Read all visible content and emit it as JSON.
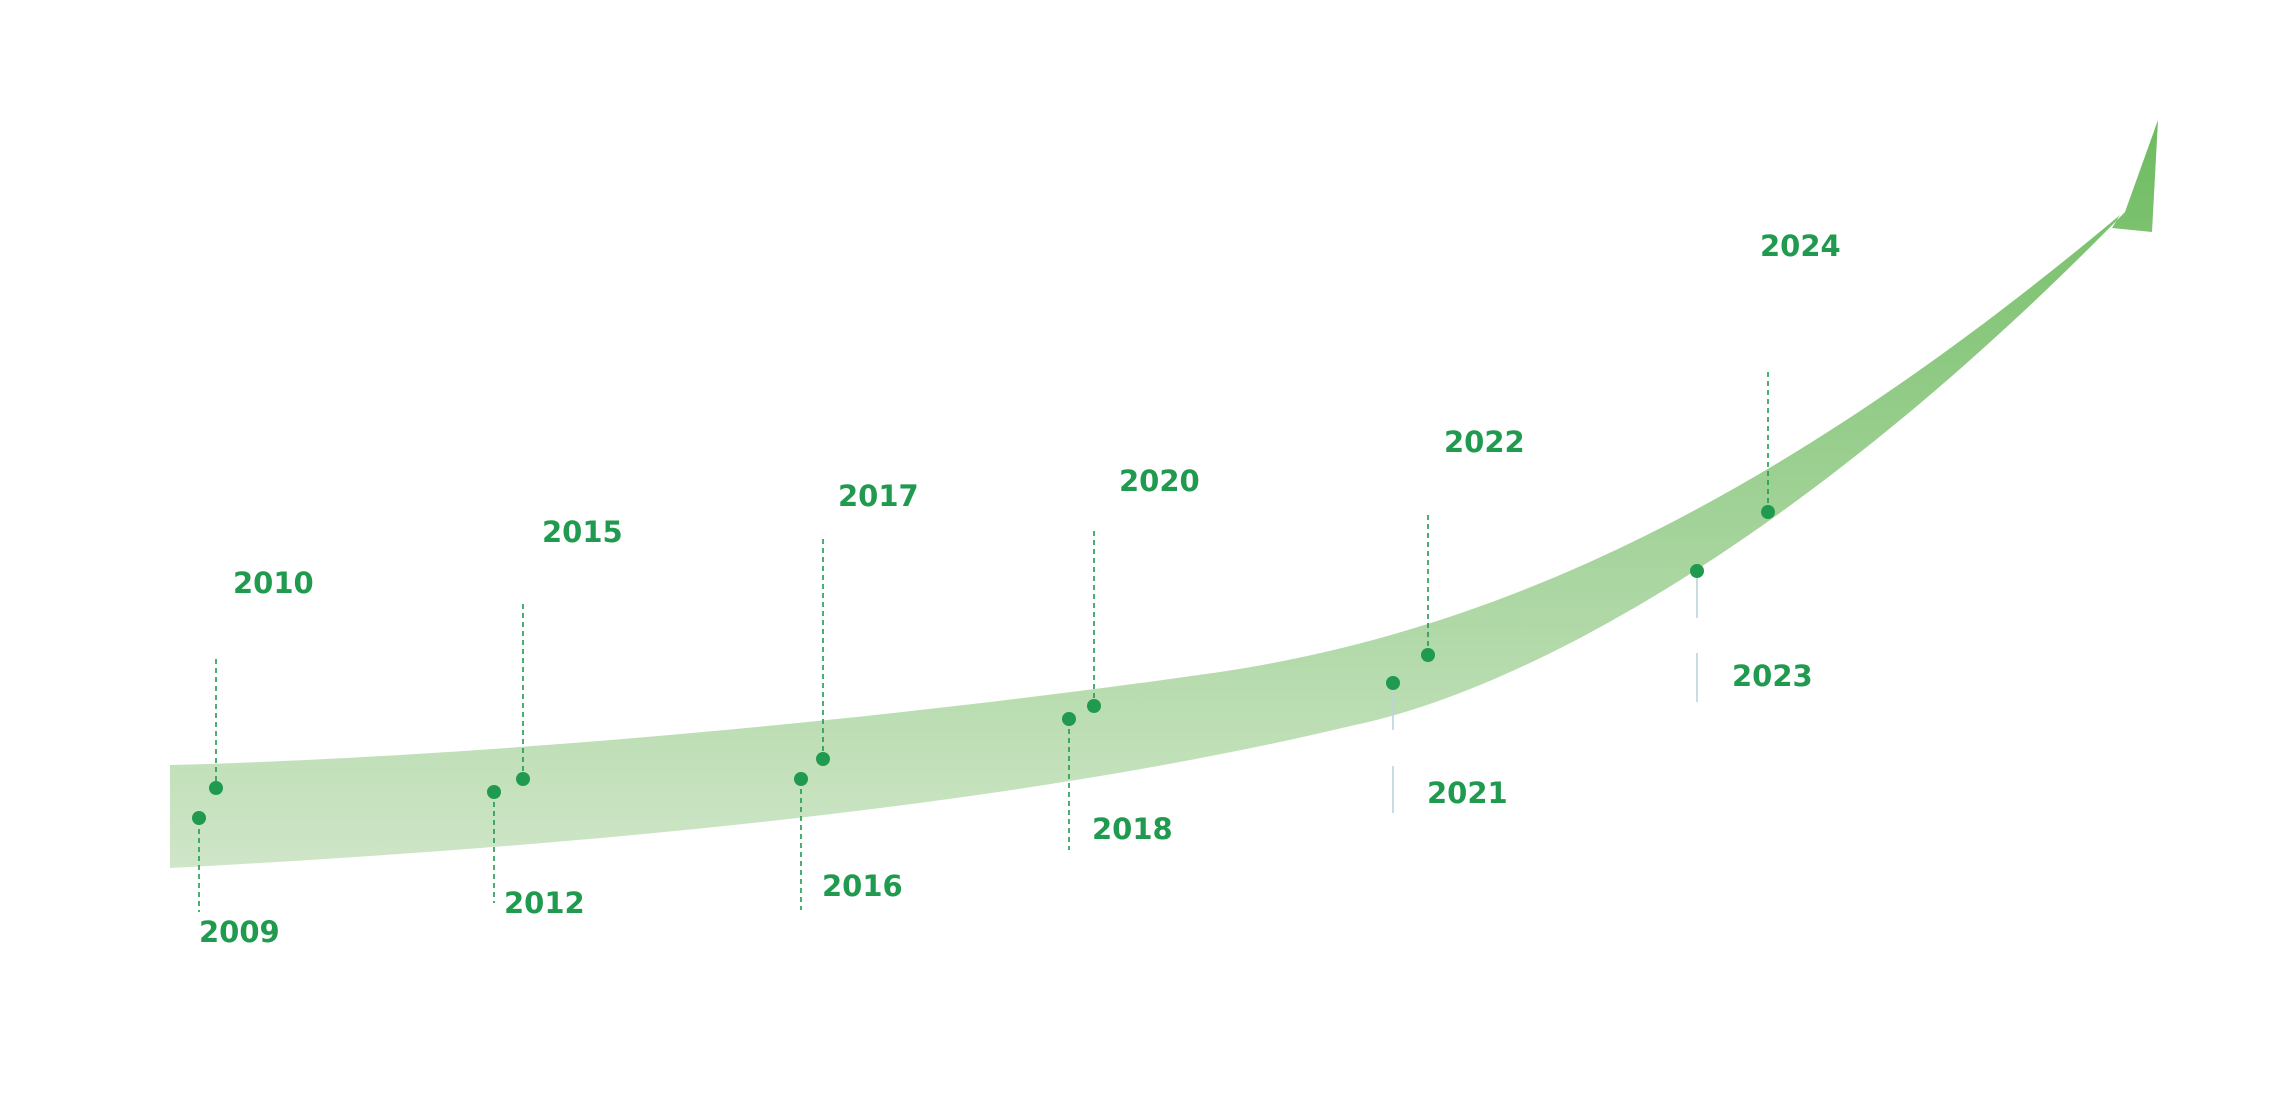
{
  "colors": {
    "accent": "#1f9a4e",
    "band_light": "#cfe6c8",
    "band_mid": "#9fd195",
    "band_dark": "#6dbb5f",
    "leader_faint": "#bcd3dc"
  },
  "milestones": [
    {
      "year": "2009",
      "side": "below"
    },
    {
      "year": "2010",
      "side": "above"
    },
    {
      "year": "2012",
      "side": "below"
    },
    {
      "year": "2015",
      "side": "above"
    },
    {
      "year": "2016",
      "side": "below"
    },
    {
      "year": "2017",
      "side": "above"
    },
    {
      "year": "2018",
      "side": "below"
    },
    {
      "year": "2020",
      "side": "above"
    },
    {
      "year": "2021",
      "side": "below"
    },
    {
      "year": "2022",
      "side": "above"
    },
    {
      "year": "2023",
      "side": "below"
    },
    {
      "year": "2024",
      "side": "above"
    }
  ]
}
